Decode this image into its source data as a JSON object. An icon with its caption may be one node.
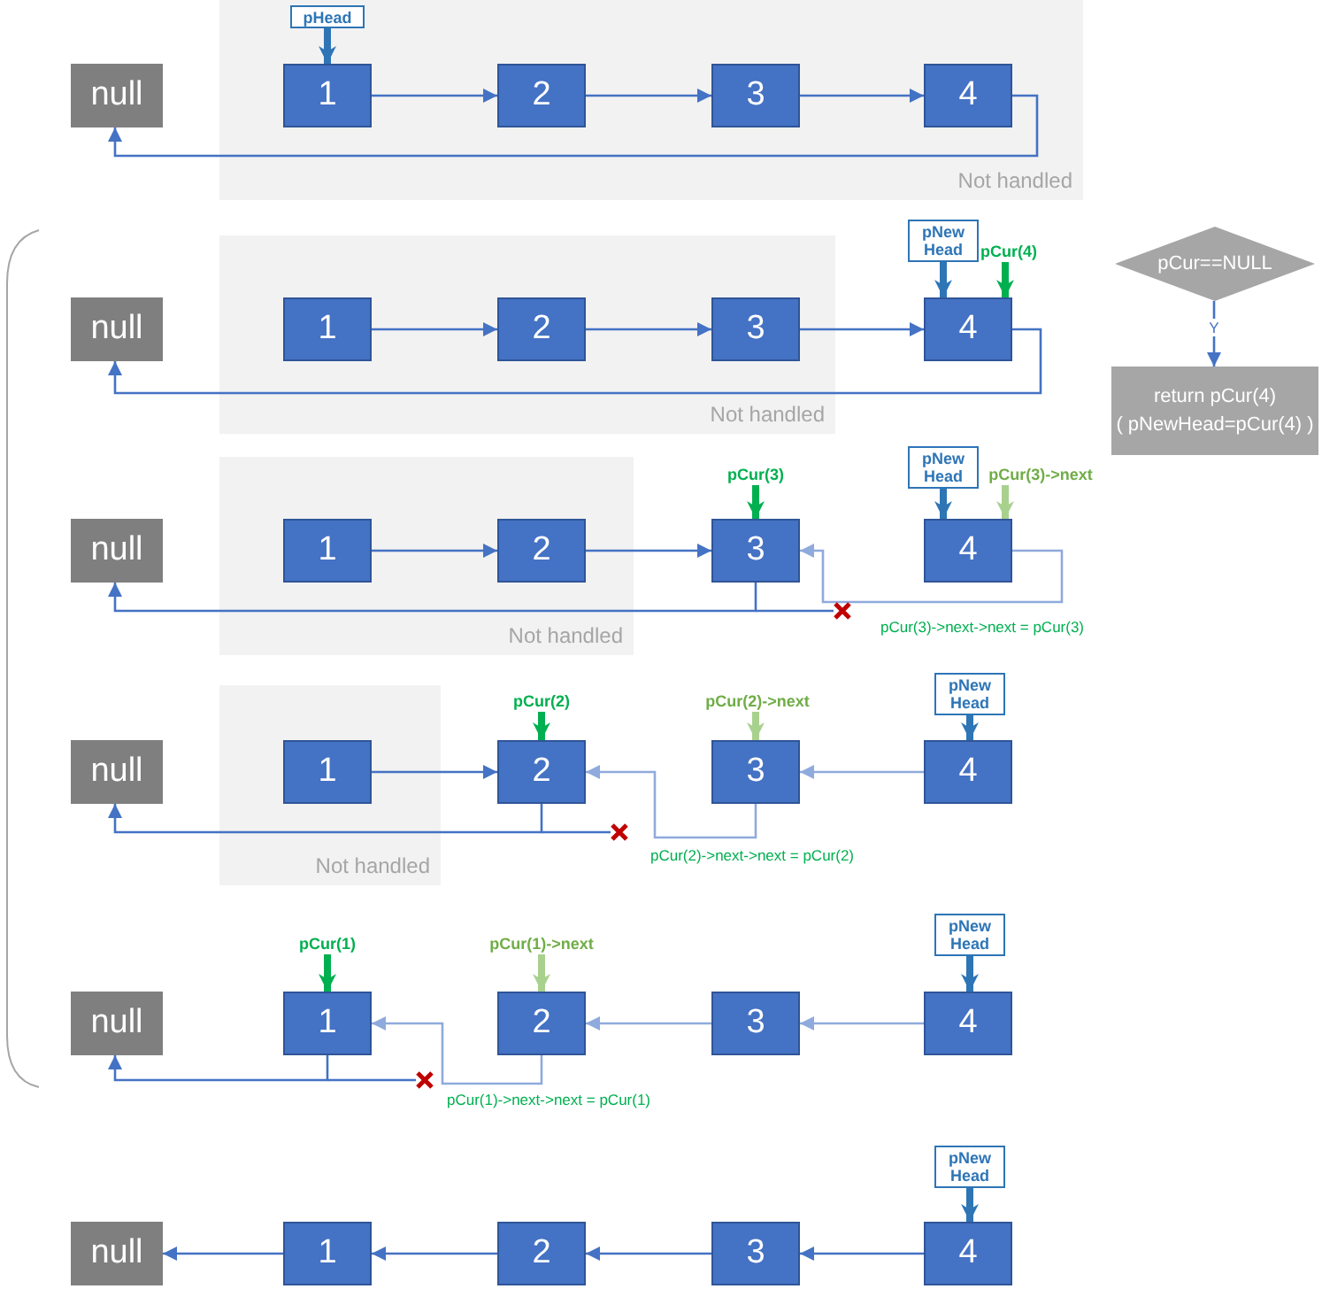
{
  "diagram": {
    "nodes": [
      {
        "text": [
          "null"
        ]
      },
      {
        "text": [
          "Not handled"
        ]
      },
      {
        "text": [
          "pHead"
        ],
        "in": 1
      },
      {
        "text": [
          "1"
        ],
        "in": 1
      },
      {
        "text": [
          "2"
        ],
        "in": 1
      },
      {
        "text": [
          "3"
        ],
        "in": 1
      },
      {
        "text": [
          "4"
        ],
        "in": 1
      },
      {
        "text": [
          "null"
        ]
      },
      {
        "text": [
          "Not handled"
        ]
      },
      {
        "text": [
          "1"
        ],
        "in": 8
      },
      {
        "text": [
          "2"
        ],
        "in": 8
      },
      {
        "text": [
          "3"
        ],
        "in": 8
      },
      {
        "text": [
          "pNew Head"
        ]
      },
      {
        "text": [
          "pCur(4)"
        ]
      },
      {
        "text": [
          "4"
        ]
      },
      {
        "text": [
          "pCur==NULL"
        ]
      },
      {
        "text": [
          "return pCur(4)",
          "( pNewHead=pCur(4) )"
        ]
      },
      {
        "text": [
          "null"
        ]
      },
      {
        "text": [
          "Not handled"
        ]
      },
      {
        "text": [
          "1"
        ],
        "in": 18
      },
      {
        "text": [
          "2"
        ],
        "in": 18
      },
      {
        "text": [
          "pCur(3)"
        ]
      },
      {
        "text": [
          "3"
        ]
      },
      {
        "text": [
          "pNew Head"
        ]
      },
      {
        "text": [
          "pCur(3)->next"
        ]
      },
      {
        "text": [
          "4"
        ]
      },
      {
        "text": [
          "null"
        ]
      },
      {
        "text": [
          "Not handled"
        ]
      },
      {
        "text": [
          "1"
        ],
        "in": 27
      },
      {
        "text": [
          "pCur(2)"
        ]
      },
      {
        "text": [
          "2"
        ]
      },
      {
        "text": [
          "pCur(2)->next"
        ]
      },
      {
        "text": [
          "3"
        ]
      },
      {
        "text": [
          "pNew Head"
        ]
      },
      {
        "text": [
          "4"
        ]
      },
      {
        "text": [
          "null"
        ]
      },
      {
        "text": [
          "pCur(1)"
        ]
      },
      {
        "text": [
          "1"
        ]
      },
      {
        "text": [
          "pCur(1)->next"
        ]
      },
      {
        "text": [
          "2"
        ]
      },
      {
        "text": [
          "3"
        ]
      },
      {
        "text": [
          "pNew Head"
        ]
      },
      {
        "text": [
          "4"
        ]
      },
      {
        "text": [
          "null"
        ]
      },
      {
        "text": [
          "1"
        ]
      },
      {
        "text": [
          "2"
        ]
      },
      {
        "text": [
          "3"
        ]
      },
      {
        "text": [
          "pNew Head"
        ]
      },
      {
        "text": [
          "4"
        ]
      }
    ],
    "edges": [
      {
        "from": 2,
        "to": 3,
        "arrow": "to",
        "style": "thick",
        "color": "#2e75b6"
      },
      {
        "from": 3,
        "to": 4,
        "arrow": "to"
      },
      {
        "from": 4,
        "to": 5,
        "arrow": "to"
      },
      {
        "from": 5,
        "to": 6,
        "arrow": "to"
      },
      {
        "from": 6,
        "to": 0,
        "arrow": "to"
      },
      {
        "from": 9,
        "to": 10,
        "arrow": "to"
      },
      {
        "from": 10,
        "to": 11,
        "arrow": "to"
      },
      {
        "from": 11,
        "to": 14,
        "arrow": "to"
      },
      {
        "from": 14,
        "to": 7,
        "arrow": "to"
      },
      {
        "from": 12,
        "to": 14,
        "arrow": "to",
        "style": "thick",
        "color": "#2e75b6"
      },
      {
        "from": 13,
        "to": 14,
        "arrow": "to",
        "style": "thick",
        "color": "#00b050"
      },
      {
        "from": 15,
        "to": 16,
        "arrow": "to",
        "label": "Y"
      },
      {
        "from": 19,
        "to": 20,
        "arrow": "to"
      },
      {
        "from": 20,
        "to": 22,
        "arrow": "to"
      },
      {
        "from": 22,
        "to": 17,
        "arrow": "to"
      },
      {
        "from": 25,
        "to": 22,
        "arrow": "to",
        "label": "pCur(3)->next->next = pCur(3)",
        "color": "#8faadc"
      },
      {
        "from": 21,
        "to": 22,
        "arrow": "to",
        "style": "thick",
        "color": "#00b050"
      },
      {
        "from": 23,
        "to": 25,
        "arrow": "to",
        "style": "thick",
        "color": "#2e75b6"
      },
      {
        "from": 24,
        "to": 25,
        "arrow": "to",
        "style": "thick",
        "color": "#a9d18e"
      },
      {
        "from": 28,
        "to": 30,
        "arrow": "to"
      },
      {
        "from": 30,
        "to": 26,
        "arrow": "to"
      },
      {
        "from": 32,
        "to": 30,
        "arrow": "to",
        "label": "pCur(2)->next->next = pCur(2)",
        "color": "#8faadc"
      },
      {
        "from": 34,
        "to": 32,
        "arrow": "to",
        "color": "#8faadc"
      },
      {
        "from": 29,
        "to": 30,
        "arrow": "to",
        "style": "thick",
        "color": "#00b050"
      },
      {
        "from": 31,
        "to": 32,
        "arrow": "to",
        "style": "thick",
        "color": "#a9d18e"
      },
      {
        "from": 33,
        "to": 34,
        "arrow": "to",
        "style": "thick",
        "color": "#2e75b6"
      },
      {
        "from": 37,
        "to": 35,
        "arrow": "to"
      },
      {
        "from": 39,
        "to": 37,
        "arrow": "to",
        "label": "pCur(1)->next->next = pCur(1)",
        "color": "#8faadc"
      },
      {
        "from": 40,
        "to": 39,
        "arrow": "to",
        "color": "#8faadc"
      },
      {
        "from": 42,
        "to": 40,
        "arrow": "to",
        "color": "#8faadc"
      },
      {
        "from": 36,
        "to": 37,
        "arrow": "to",
        "style": "thick",
        "color": "#00b050"
      },
      {
        "from": 38,
        "to": 39,
        "arrow": "to",
        "style": "thick",
        "color": "#a9d18e"
      },
      {
        "from": 41,
        "to": 42,
        "arrow": "to",
        "style": "thick",
        "color": "#2e75b6"
      },
      {
        "from": 44,
        "to": 43,
        "arrow": "to"
      },
      {
        "from": 45,
        "to": 44,
        "arrow": "to"
      },
      {
        "from": 46,
        "to": 45,
        "arrow": "to"
      },
      {
        "from": 48,
        "to": 46,
        "arrow": "to"
      },
      {
        "from": 47,
        "to": 48,
        "arrow": "to",
        "style": "thick",
        "color": "#2e75b6"
      }
    ]
  }
}
